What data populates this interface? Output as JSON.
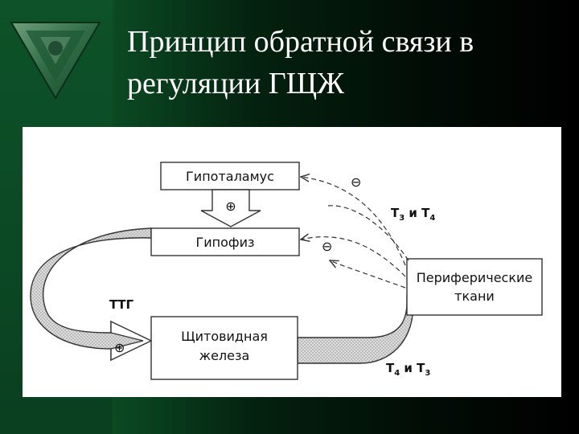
{
  "slide": {
    "title_line1": "Принцип обратной связи в",
    "title_line2": "регуляции ГЩЖ"
  },
  "logo": {
    "icon": "triangle-emblem-icon"
  },
  "diagram": {
    "nodes": {
      "hypothalamus": "Гипоталамус",
      "pituitary": "Гипофиз",
      "thyroid_line1": "Щитовидная",
      "thyroid_line2": "железа",
      "tissue_line1": "Периферические",
      "tissue_line2": "ткани"
    },
    "labels": {
      "ttg": "ТТГ",
      "t3_t4_main": "Т",
      "t3_t4_sub1": "3",
      "t3_t4_mid": " и Т",
      "t3_t4_sub2": "4",
      "t4_t3_main": "Т",
      "t4_t3_sub1": "4",
      "t4_t3_mid": " и Т",
      "t4_t3_sub2": "3"
    },
    "signs": {
      "stimulate": "⊕",
      "inhibit": "⊖"
    }
  }
}
